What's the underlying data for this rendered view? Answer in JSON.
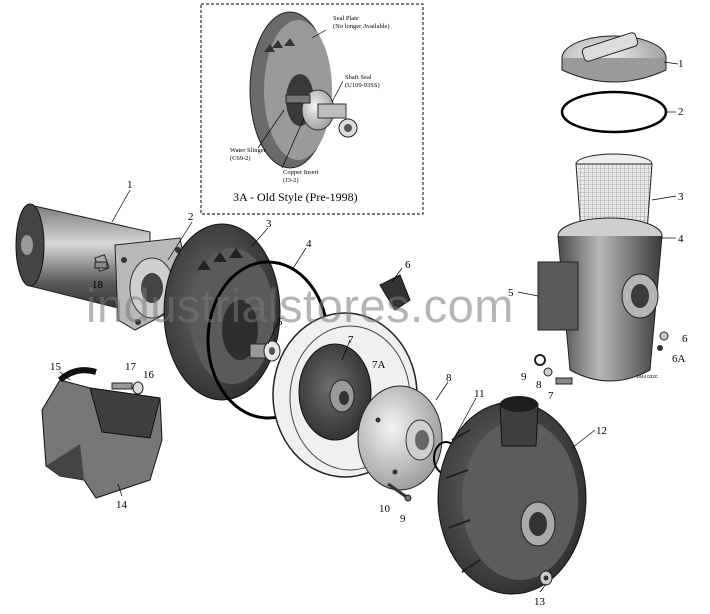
{
  "inset": {
    "title": "3A - Old Style (Pre-1998)",
    "labels": {
      "seal_plate": "Seal Plate",
      "seal_plate_note": "(No longer Available)",
      "shaft_seal": "Shaft Seal",
      "shaft_seal_code": "(U109-93SS)",
      "water_slinger": "Water Slinger",
      "water_slinger_code": "(C69-2)",
      "copper_insert": "Copper Insert",
      "copper_insert_code": "(J3-2)"
    }
  },
  "callouts": {
    "motor": "1",
    "seal_plate": "2",
    "adapter_plate": "3",
    "o_ring": "4",
    "shaft_seal": "5",
    "diffuser_tab": "6",
    "impeller": "7",
    "impeller_alt": "7A",
    "diffuser": "8",
    "drain_plug": "9",
    "diffuser_screw": "10",
    "diffuser_oring": "11",
    "pump_housing": "12",
    "drain_plug_bottom": "13",
    "motor_support": "14",
    "foot_pad": "15",
    "washer": "16",
    "bolt": "17",
    "motor_bolt": "18"
  },
  "strainer_callouts": {
    "lid": "1",
    "lid_oring": "2",
    "basket": "3",
    "pot": "4",
    "pot_body": "5",
    "drain": "6",
    "drain_alt": "6A",
    "screw": "7",
    "washer": "8",
    "plug": "9"
  },
  "part_code": "1844 032C",
  "watermark": "industrialstores.com"
}
